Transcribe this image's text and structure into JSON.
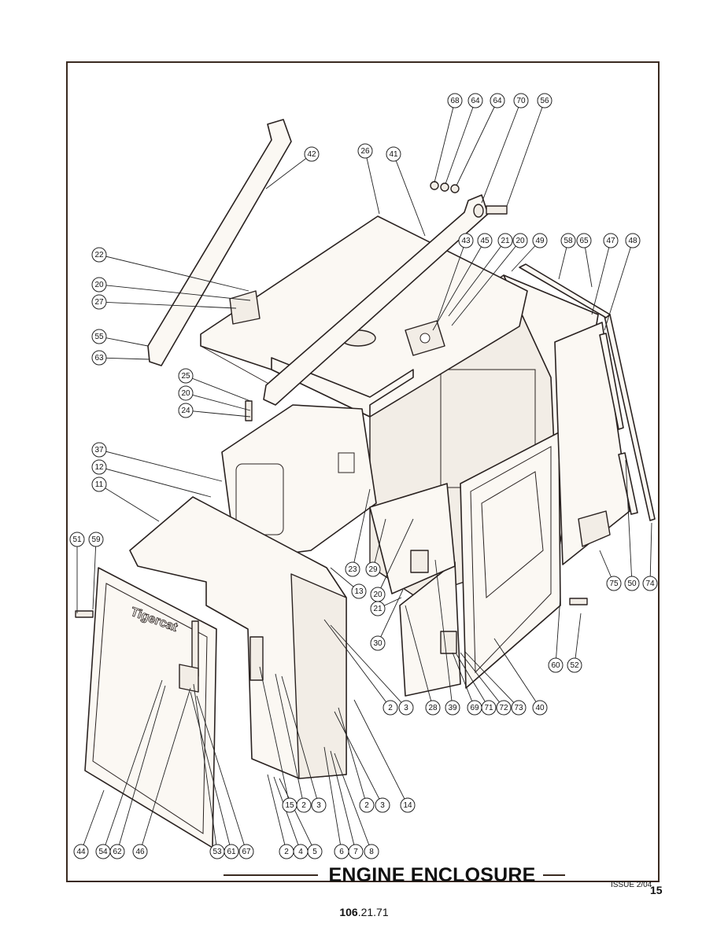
{
  "page": {
    "title": "ENGINE ENCLOSURE",
    "issue": "ISSUE 2/04",
    "page_number": "15",
    "doc_number_bold": "106",
    "doc_number_rest": ".21.71",
    "brand_on_panel": "Tigercat"
  },
  "callouts": [
    "68",
    "64",
    "64",
    "70",
    "56",
    "42",
    "26",
    "41",
    "43",
    "45",
    "21",
    "20",
    "49",
    "58",
    "65",
    "47",
    "48",
    "22",
    "20",
    "27",
    "55",
    "63",
    "25",
    "20",
    "24",
    "37",
    "12",
    "11",
    "51",
    "59",
    "23",
    "29",
    "13",
    "20",
    "21",
    "30",
    "75",
    "50",
    "74",
    "60",
    "52",
    "2",
    "3",
    "28",
    "39",
    "69",
    "71",
    "72",
    "73",
    "40",
    "15",
    "2",
    "3",
    "2",
    "3",
    "14",
    "44",
    "54",
    "62",
    "46",
    "53",
    "61",
    "67",
    "2",
    "4",
    "5",
    "6",
    "7",
    "8"
  ],
  "colors": {
    "frame": "#3a2a20",
    "line": "#2a2220",
    "paper": "#ffffff"
  }
}
